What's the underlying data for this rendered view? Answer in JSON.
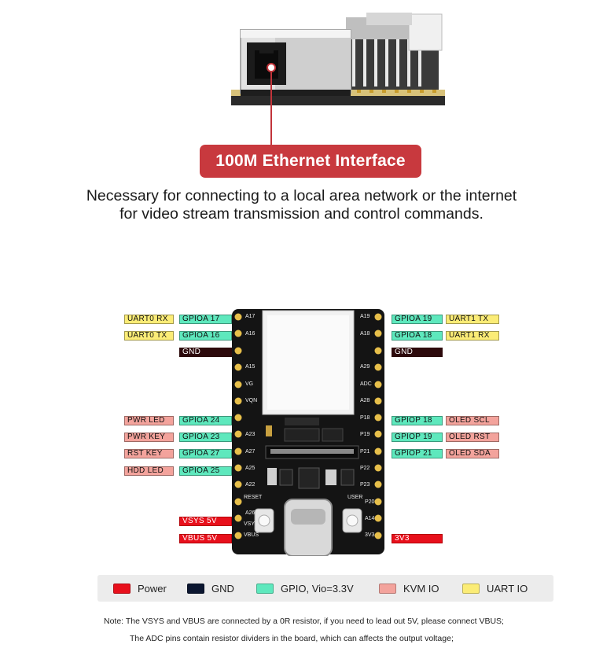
{
  "ethernet": {
    "badge": "100M Ethernet Interface",
    "description_line1": "Necessary for connecting to a local area network or the internet",
    "description_line2": "for video stream transmission and control commands."
  },
  "colors": {
    "power": "#e8101c",
    "gnd": "#2d0a0c",
    "gpio": "#5ee8bd",
    "kvm": "#f3a39c",
    "uart": "#fbec76",
    "badge": "#c8393e"
  },
  "pinout": {
    "left": [
      {
        "outer": "UART0 RX",
        "outer_type": "uart",
        "inner": "GPIOA 17",
        "inner_type": "gpio"
      },
      {
        "outer": "UART0 TX",
        "outer_type": "uart",
        "inner": "GPIOA 16",
        "inner_type": "gpio"
      },
      {
        "outer": "",
        "outer_type": "",
        "inner": "GND",
        "inner_type": "gnd"
      },
      {
        "outer": "PWR LED",
        "outer_type": "kvm",
        "inner": "GPIOA 24",
        "inner_type": "gpio"
      },
      {
        "outer": "PWR KEY",
        "outer_type": "kvm",
        "inner": "GPIOA 23",
        "inner_type": "gpio"
      },
      {
        "outer": "RST KEY",
        "outer_type": "kvm",
        "inner": "GPIOA 27",
        "inner_type": "gpio"
      },
      {
        "outer": "HDD LED",
        "outer_type": "kvm",
        "inner": "GPIOA 25",
        "inner_type": "gpio"
      },
      {
        "outer": "",
        "outer_type": "",
        "inner": "VSYS 5V",
        "inner_type": "pwr"
      },
      {
        "outer": "",
        "outer_type": "",
        "inner": "VBUS 5V",
        "inner_type": "pwr"
      }
    ],
    "right": [
      {
        "inner": "GPIOA 19",
        "inner_type": "gpio",
        "outer": "UART1 TX",
        "outer_type": "uart"
      },
      {
        "inner": "GPIOA 18",
        "inner_type": "gpio",
        "outer": "UART1 RX",
        "outer_type": "uart"
      },
      {
        "inner": "GND",
        "inner_type": "gnd",
        "outer": "",
        "outer_type": ""
      },
      {
        "inner": "GPIOP 18",
        "inner_type": "gpio",
        "outer": "OLED SCL",
        "outer_type": "kvm"
      },
      {
        "inner": "GPIOP 19",
        "inner_type": "gpio",
        "outer": "OLED RST",
        "outer_type": "kvm"
      },
      {
        "inner": "GPIOP 21",
        "inner_type": "gpio",
        "outer": "OLED SDA",
        "outer_type": "kvm"
      },
      {
        "inner": "3V3",
        "inner_type": "pwr",
        "outer": "",
        "outer_type": ""
      }
    ]
  },
  "board": {
    "reset_label": "RESET",
    "user_label": "USER",
    "silk_left": [
      "A17",
      "A16",
      "",
      "A15",
      "VG",
      "VQN",
      "A23",
      "A27",
      "A25",
      "A22",
      "A26",
      "VSYS",
      "VBUS"
    ],
    "silk_right": [
      "A19",
      "A18",
      "",
      "A29",
      "ADC",
      "A28",
      "P18",
      "P19",
      "P21",
      "P22",
      "P23",
      "P20",
      "A14",
      "3V3"
    ]
  },
  "legend": [
    {
      "label": "Power",
      "color": "#e8101c"
    },
    {
      "label": "GND",
      "color": "#0b1630"
    },
    {
      "label": "GPIO, Vio=3.3V",
      "color": "#5ee8bd"
    },
    {
      "label": "KVM IO",
      "color": "#f3a39c"
    },
    {
      "label": "UART IO",
      "color": "#fbec76"
    }
  ],
  "notes": {
    "line1": "Note: The VSYS and VBUS are connected by a 0R resistor, if you need to lead out 5V, please connect VBUS;",
    "line2": "The ADC pins contain resistor dividers in the board, which can affects the output voltage;"
  }
}
